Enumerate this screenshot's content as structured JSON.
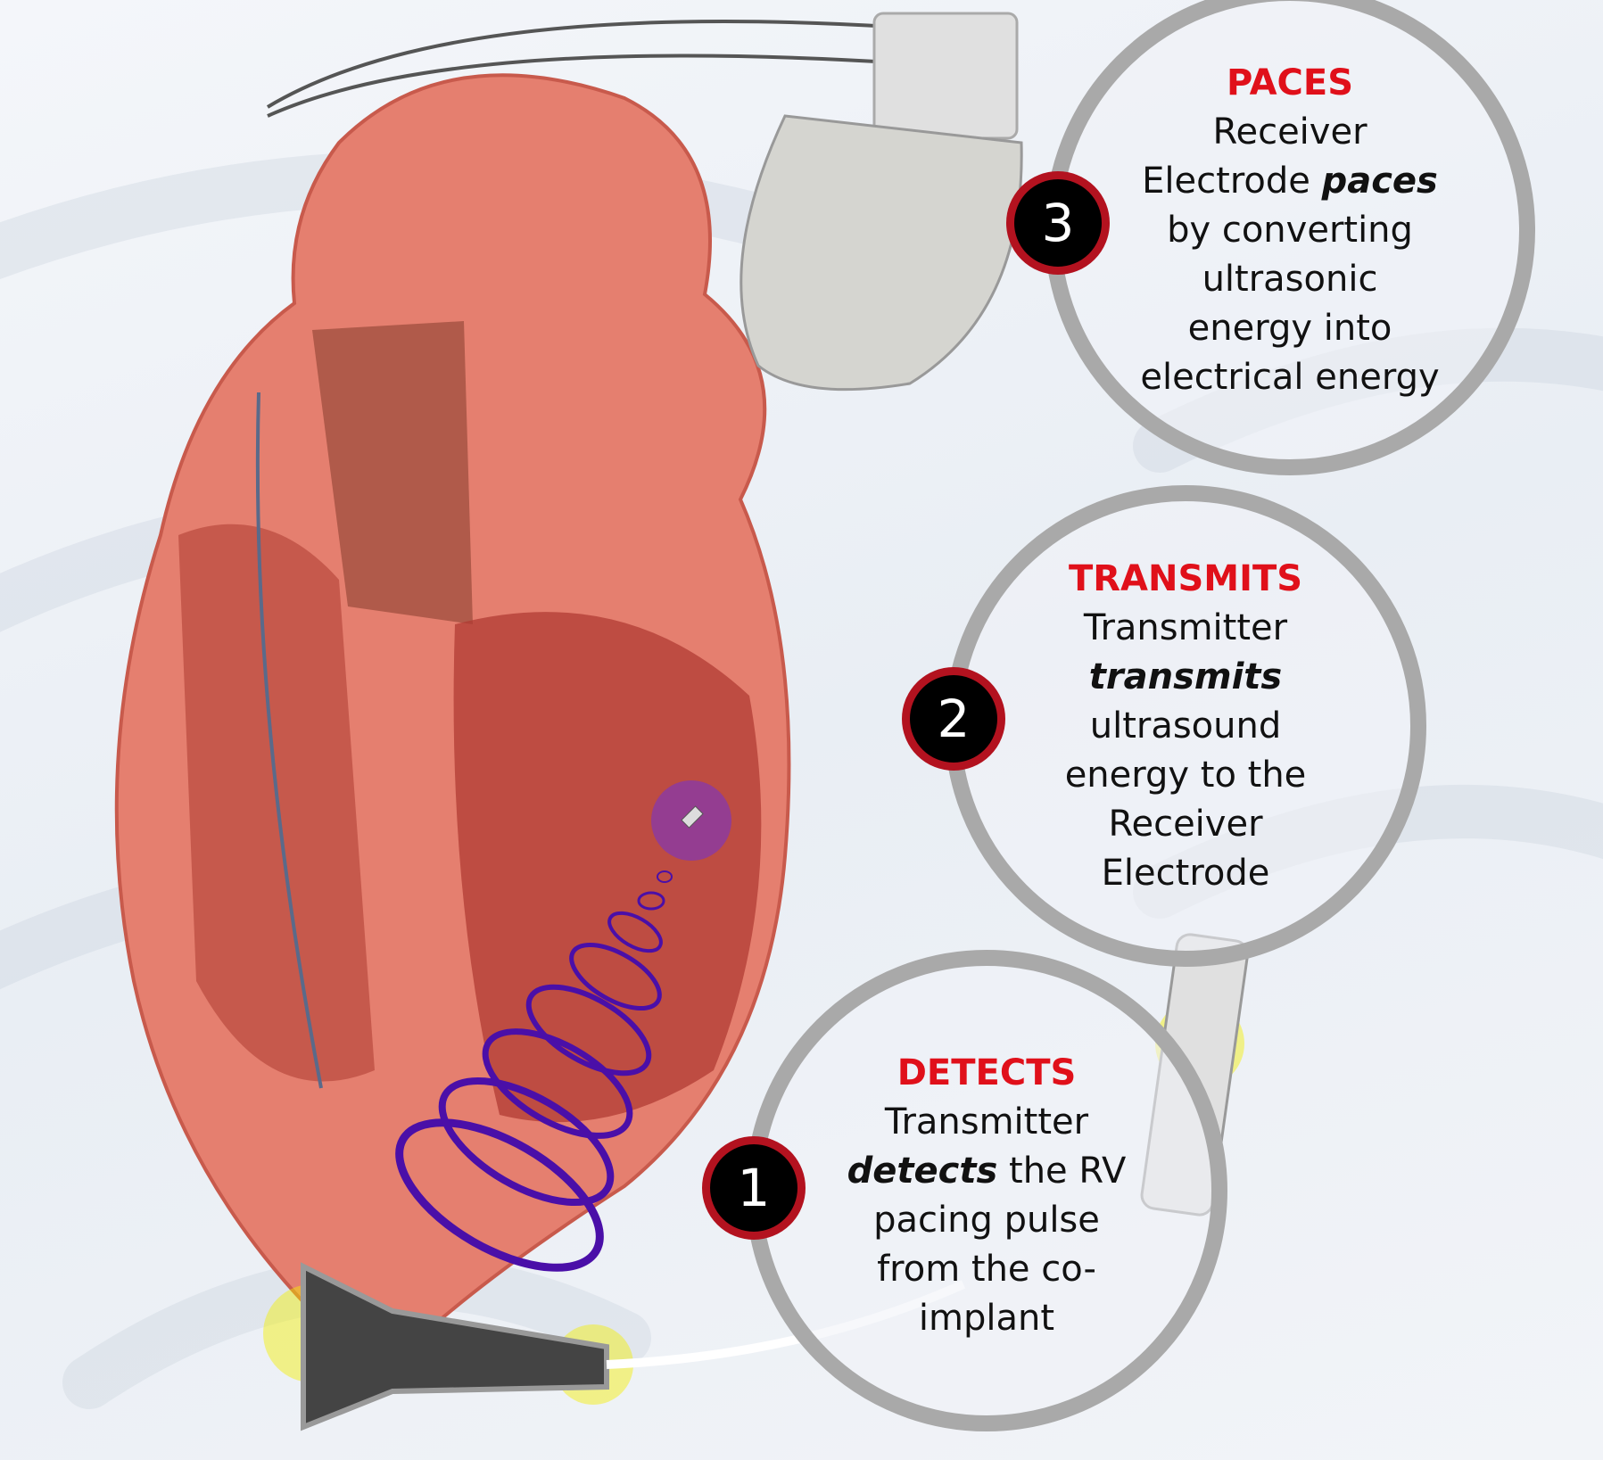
{
  "steps": [
    {
      "number": "3",
      "heading": "PACES",
      "lines": [
        "Receiver",
        "Electrode ",
        "paces",
        "by converting",
        "ultrasonic",
        "energy into",
        "electrical energy"
      ]
    },
    {
      "number": "2",
      "heading": "TRANSMITS",
      "lines": [
        "Transmitter",
        "transmits",
        "ultrasound",
        "energy to the",
        "Receiver",
        "Electrode"
      ]
    },
    {
      "number": "1",
      "heading": "DETECTS",
      "lines": [
        "Transmitter",
        "detects",
        " the RV",
        "pacing pulse",
        "from the co-",
        "implant"
      ]
    }
  ],
  "colors": {
    "heading": "#e0101a",
    "badge_ring": "#b3121f",
    "circle": "#a9a9a9",
    "waves": "#4a0fa8"
  }
}
